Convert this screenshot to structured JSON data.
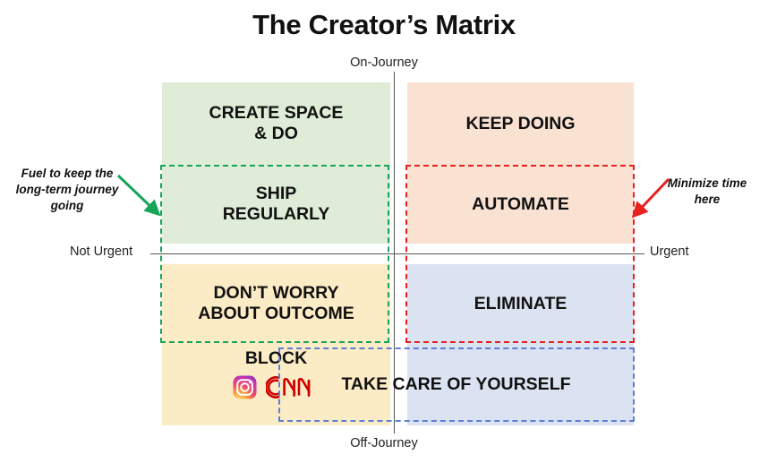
{
  "title": "The Creator’s Matrix",
  "axes": {
    "top": "On-Journey",
    "bottom": "Off-Journey",
    "left": "Not Urgent",
    "right": "Urgent"
  },
  "quadrants": {
    "top_left": {
      "color": "#dfecd7",
      "items": [
        "CREATE SPACE\n& DO",
        "SHIP\nREGULARLY"
      ]
    },
    "top_right": {
      "color": "#fae2d3",
      "items": [
        "KEEP DOING",
        "AUTOMATE"
      ]
    },
    "bottom_left": {
      "color": "#fcecc6",
      "items": [
        "DON’T WORRY\nABOUT OUTCOME",
        "BLOCK"
      ]
    },
    "bottom_right": {
      "color": "#dbe2f1",
      "items": [
        "ELIMINATE",
        "TAKE CARE OF YOURSELF"
      ]
    }
  },
  "cells": {
    "create_space": "CREATE SPACE\n& DO",
    "ship_regularly": "SHIP\nREGULARLY",
    "keep_doing": "KEEP DOING",
    "automate": "AUTOMATE",
    "dont_worry": "DON’T WORRY\nABOUT OUTCOME",
    "block": "BLOCK",
    "eliminate": "ELIMINATE",
    "take_care": "TAKE CARE OF YOURSELF"
  },
  "block_logos": [
    {
      "name": "instagram-logo",
      "label": "Instagram"
    },
    {
      "name": "cnn-logo",
      "label": "CNN"
    }
  ],
  "annotations": {
    "left": "Fuel to keep the\nlong-term journey\ngoing",
    "right": "Minimize time\nhere"
  },
  "colors": {
    "green_dash": "#18a558",
    "red_dash": "#e8201e",
    "blue_dash": "#5b7fd4",
    "axis": "#555555",
    "text": "#111111",
    "cnn_red": "#cc0000"
  }
}
